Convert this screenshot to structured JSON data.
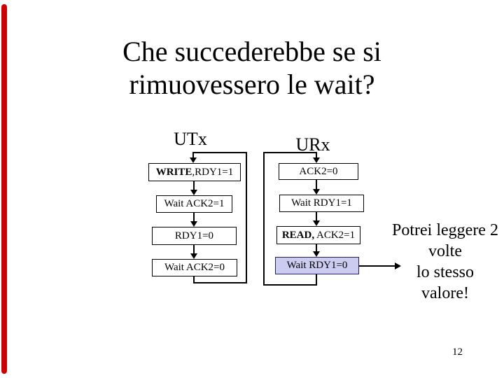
{
  "slide": {
    "title_line1": "Che succederebbe se si",
    "title_line2": "rimuovessero le wait?",
    "page_number": "12",
    "accent_color": "#cc0000",
    "highlight_color": "#ccccf0"
  },
  "flowchart": {
    "utx": {
      "label": "UTx",
      "steps": [
        {
          "bold": "WRITE",
          "text": ",RDY1=1"
        },
        {
          "bold": "",
          "text": "Wait ACK2=1"
        },
        {
          "bold": "",
          "text": "RDY1=0"
        },
        {
          "bold": "",
          "text": "Wait ACK2=0"
        }
      ]
    },
    "urx": {
      "label": "URx",
      "steps": [
        {
          "bold": "",
          "text": "ACK2=0"
        },
        {
          "bold": "",
          "text": "Wait RDY1=1"
        },
        {
          "bold": "READ,",
          "text": " ACK2=1"
        },
        {
          "bold": "",
          "text": "Wait RDY1=0"
        }
      ]
    }
  },
  "annotation": {
    "line1": "Potrei leggere 2",
    "line2": "volte",
    "line3": "lo stesso",
    "line4": "valore!"
  }
}
